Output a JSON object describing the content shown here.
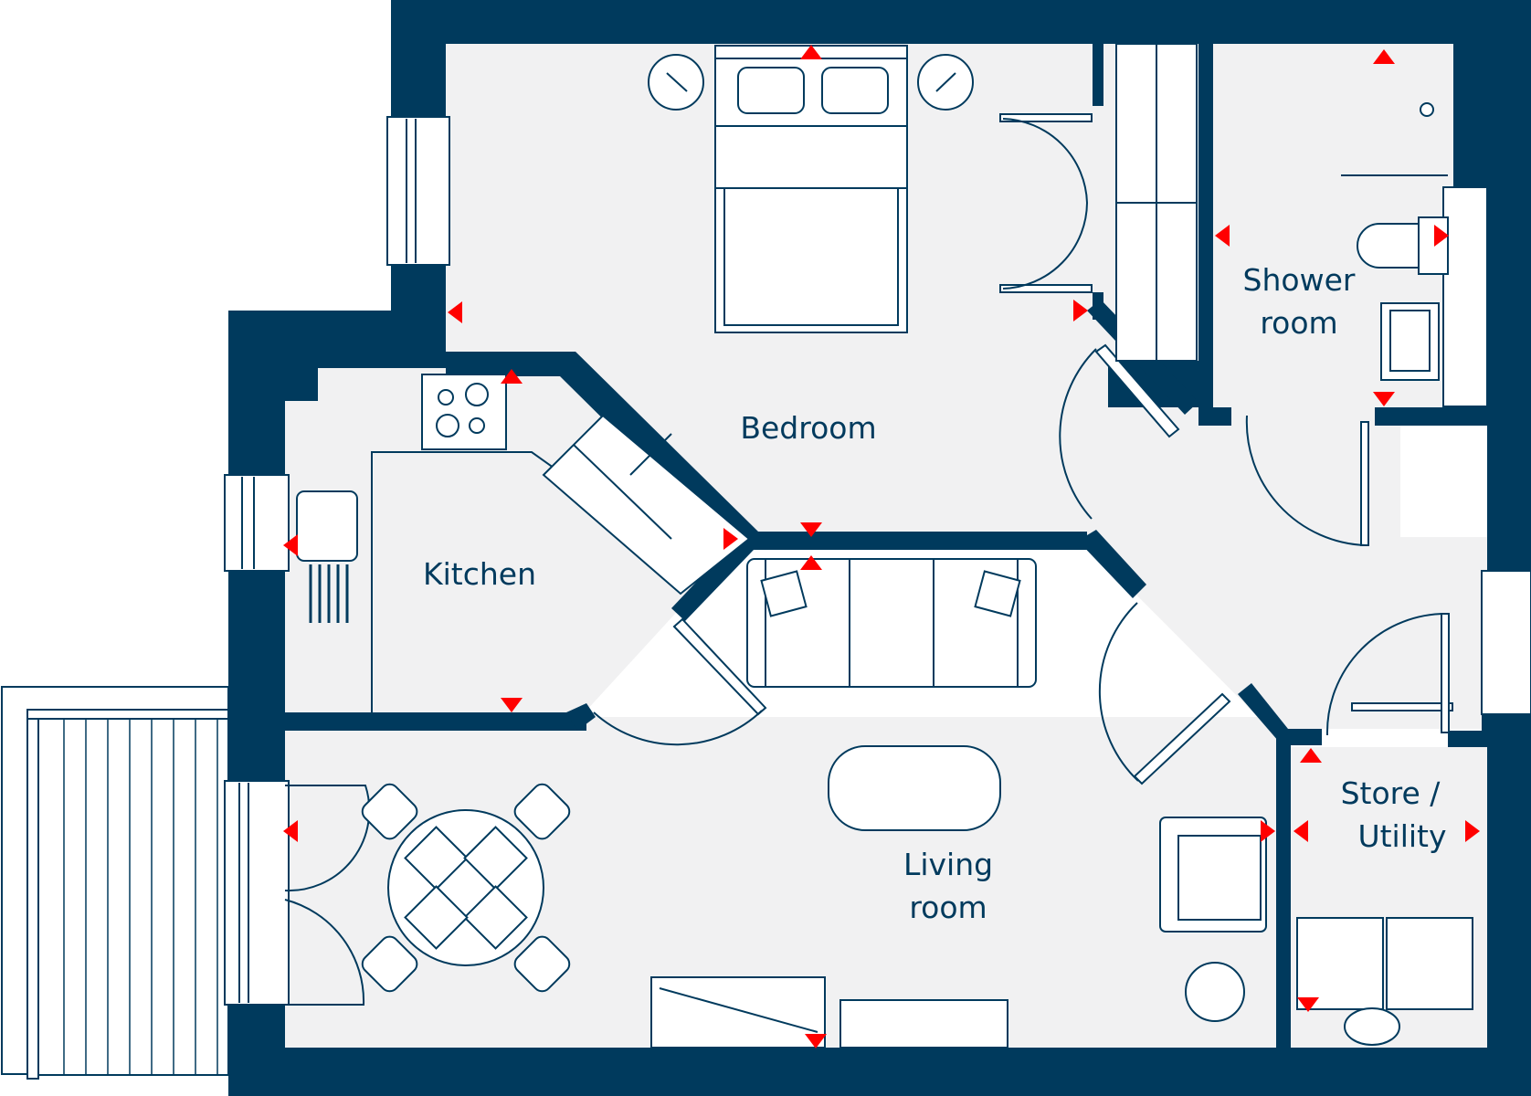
{
  "colors": {
    "wall": "#003A5D",
    "floor": "#F1F1F2",
    "line": "#003A5D",
    "marker": "#FF0000",
    "background": "#FFFFFF"
  },
  "rooms": {
    "bedroom": {
      "label": "Bedroom"
    },
    "kitchen": {
      "label": "Kitchen"
    },
    "shower_room": {
      "line1": "Shower",
      "line2": "room"
    },
    "living_room": {
      "line1": "Living",
      "line2": "room"
    },
    "store_utility": {
      "line1": "Store /",
      "line2": "Utility"
    }
  }
}
